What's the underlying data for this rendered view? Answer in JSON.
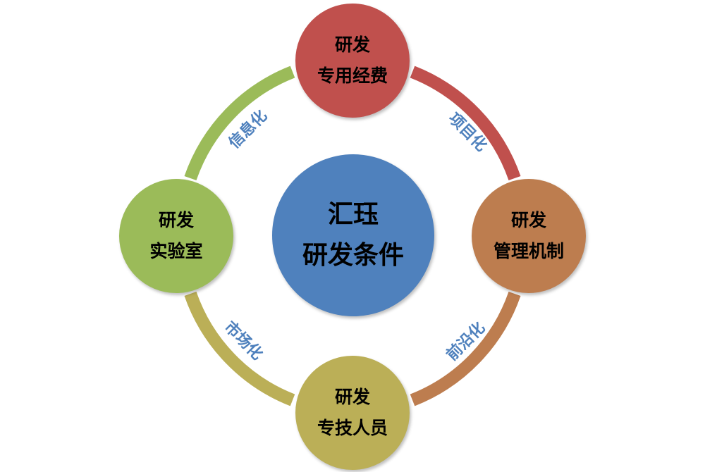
{
  "center": {
    "line1": "汇珏",
    "line2": "研发条件",
    "color": "#4f81bd"
  },
  "nodes": {
    "top": {
      "line1": "研发",
      "line2": "专用经费",
      "color": "#c0504d"
    },
    "right": {
      "line1": "研发",
      "line2": "管理机制",
      "color": "#bd7d4f"
    },
    "bottom": {
      "line1": "研发",
      "line2": "专技人员",
      "color": "#bbaf57"
    },
    "left": {
      "line1": "研发",
      "line2": "实验室",
      "color": "#9bbb59"
    }
  },
  "arcs": {
    "top_right": {
      "label": "项目化",
      "color": "#c0504d"
    },
    "right_bottom": {
      "label": "前沿化",
      "color": "#bd7d4f"
    },
    "bottom_left": {
      "label": "市场化",
      "color": "#bbaf57"
    },
    "left_top": {
      "label": "信息化",
      "color": "#9bbb59"
    }
  },
  "label_color": "#4f81bd"
}
